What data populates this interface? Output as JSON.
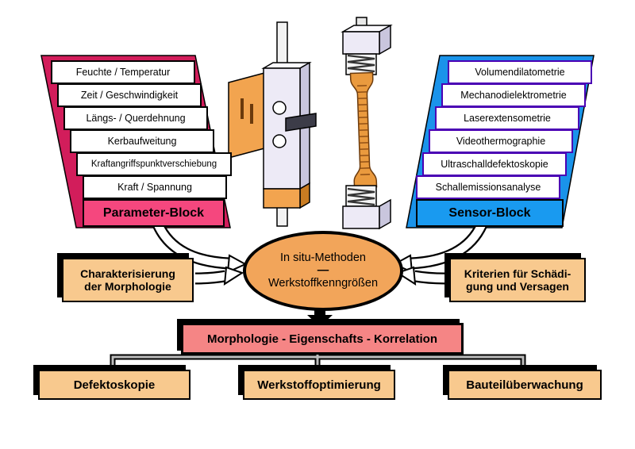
{
  "colors": {
    "parameter_block_bg": "#d21d5b",
    "parameter_label_bg": "#f5477e",
    "sensor_block_bg": "#1a93ea",
    "sensor_label_bg": "#199af0",
    "sensor_item_border": "#4a00b4",
    "side_box_bg": "#f8c98e",
    "ellipse_bg": "#f2a55a",
    "correlation_bg": "#f58585",
    "machine_orange": "#f2a44f",
    "connector_gray": "#bdbdbd"
  },
  "parameter_block": {
    "label": "Parameter-Block",
    "items": [
      "Feuchte / Temperatur",
      "Zeit / Geschwindigkeit",
      "Längs- / Querdehnung",
      "Kerbaufweitung",
      "Kraftangriffspunktverschiebung",
      "Kraft / Spannung"
    ]
  },
  "sensor_block": {
    "label": "Sensor-Block",
    "items": [
      "Volumendilatometrie",
      "Mechanodielektrometrie",
      "Laserextensometrie",
      "Videothermographie",
      "Ultraschalldefektoskopie",
      "Schallemissionsanalyse"
    ]
  },
  "ellipse": {
    "line1": "In situ-Methoden",
    "separator": "—",
    "line2": "Werkstoffkenngrößen"
  },
  "side_boxes": {
    "left": "Charakterisierung\nder Morphologie",
    "right": "Kriterien für Schädi-\ngung und Versagen"
  },
  "correlation_box": {
    "label": "Morphologie - Eigenschafts - Korrelation"
  },
  "bottom_boxes": [
    {
      "label": "Defektoskopie"
    },
    {
      "label": "Werkstoffoptimierung"
    },
    {
      "label": "Bauteilüberwachung"
    }
  ],
  "illustrations": {
    "left": "grip-fixture-illustration",
    "right": "tensile-specimen-illustration"
  }
}
